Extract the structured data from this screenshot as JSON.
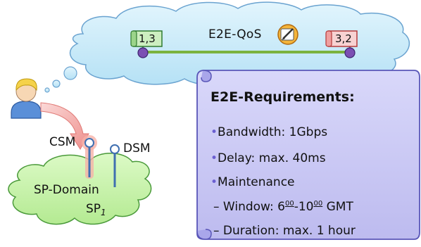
{
  "cloud": {
    "left_flag": "1,3",
    "right_flag": "3,2",
    "title": "E2E-QoS"
  },
  "requirements": {
    "heading": "E2E-Requirements:",
    "bullet": "•",
    "items": [
      {
        "label": "Bandwidth: 1Gbps"
      },
      {
        "label": "Delay: max. 40ms"
      },
      {
        "label": "Maintenance"
      }
    ],
    "window": {
      "prefix": "– Window: 6",
      "sup1": "00",
      "mid": "-10",
      "sup2": "00",
      "suffix": " GMT"
    },
    "duration": "– Duration: max. 1 hour"
  },
  "domain": {
    "csm_label": "CSM",
    "dsm_label": "DSM",
    "domain_name": "SP-Domain",
    "sp_label": "SP",
    "sp_sub": "1"
  },
  "colors": {
    "cloud_fill": "#c7eaf8",
    "cloud_stroke": "#6aa3d0",
    "green_cloud_fill": "#c4f0a8",
    "green_cloud_stroke": "#4a9a3a",
    "req_fill": "#c9c8f3",
    "req_stroke": "#5956b8",
    "link_line": "#7bb33e",
    "node_fill": "#7b4fb3",
    "arrow_fill": "#f2a6a4",
    "csm_glow": "#f08070",
    "pin_stroke": "#3f6fb0"
  },
  "icons": [
    "user-icon",
    "edit-pencil-icon",
    "left-flag-icon",
    "right-flag-icon"
  ]
}
